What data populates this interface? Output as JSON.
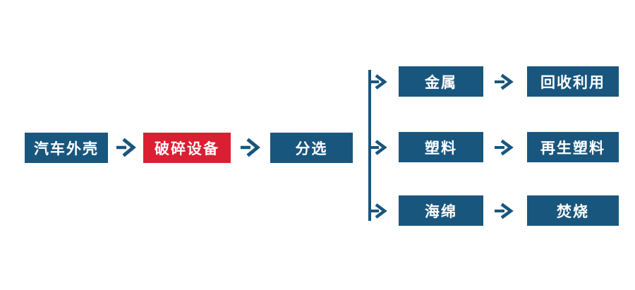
{
  "colors": {
    "primary_blue": "#19567E",
    "accent_red": "#DA1F33",
    "text_white": "#FFFFFF",
    "background": "#FFFFFF"
  },
  "flow": {
    "main": [
      {
        "label": "汽车外壳",
        "variant": "blue"
      },
      {
        "label": "破碎设备",
        "variant": "red"
      },
      {
        "label": "分选",
        "variant": "blue"
      }
    ],
    "branches": [
      {
        "material": "金属",
        "outcome": "回收利用"
      },
      {
        "material": "塑料",
        "outcome": "再生塑料"
      },
      {
        "material": "海绵",
        "outcome": "焚烧"
      }
    ]
  }
}
